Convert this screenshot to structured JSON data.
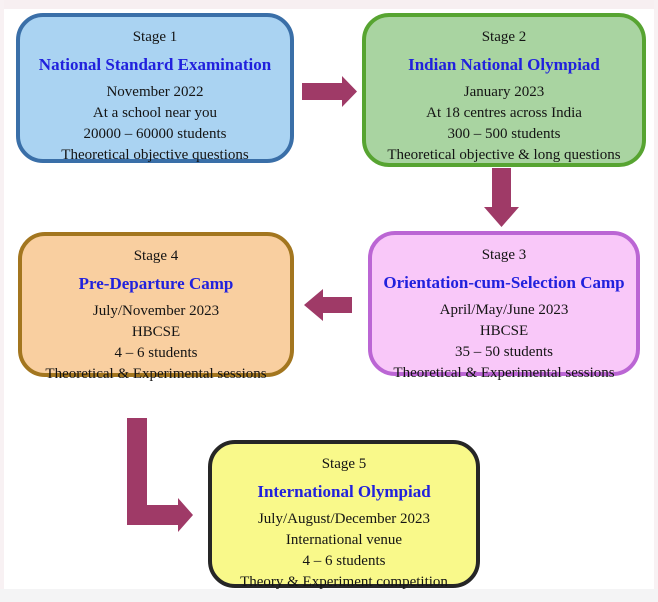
{
  "stages": [
    {
      "stage_label": "Stage 1",
      "title": "National Standard Examination",
      "details": [
        "November 2022",
        "At a school near you",
        "20000 – 60000 students",
        "Theoretical objective questions"
      ]
    },
    {
      "stage_label": "Stage 2",
      "title": "Indian National Olympiad",
      "details": [
        "January 2023",
        "At 18 centres across India",
        "300 – 500 students",
        "Theoretical objective & long questions"
      ]
    },
    {
      "stage_label": "Stage 3",
      "title": "Orientation-cum-Selection Camp",
      "details": [
        "April/May/June 2023",
        "HBCSE",
        "35 – 50 students",
        "Theoretical & Experimental sessions"
      ]
    },
    {
      "stage_label": "Stage 4",
      "title": "Pre-Departure Camp",
      "details": [
        "July/November 2023",
        "HBCSE",
        "4 – 6 students",
        "Theoretical & Experimental sessions"
      ]
    },
    {
      "stage_label": "Stage 5",
      "title": "International Olympiad",
      "details": [
        "July/August/December 2023",
        "International venue",
        "4 – 6 students",
        "Theory & Experiment competition"
      ]
    }
  ],
  "flow_arrows": [
    {
      "from": "Stage 1",
      "to": "Stage 2",
      "direction": "right"
    },
    {
      "from": "Stage 2",
      "to": "Stage 3",
      "direction": "down"
    },
    {
      "from": "Stage 3",
      "to": "Stage 4",
      "direction": "left"
    },
    {
      "from": "Stage 4",
      "to": "Stage 5",
      "direction": "down-then-right"
    }
  ],
  "colors": {
    "arrow": "#9f3a67",
    "heading": "#2121dd",
    "body_text": "#141414",
    "s1_fill": "#aad3f2",
    "s1_border": "#3a6fa8",
    "s2_fill": "#a9d4a1",
    "s2_border": "#57a431",
    "s3_fill": "#f9c8f9",
    "s3_border": "#bb66d4",
    "s4_fill": "#f9cfa0",
    "s4_border": "#a3761f",
    "s5_fill": "#f9f98a",
    "s5_border": "#262626",
    "frame_top": "#f7eff1",
    "frame_side": "#f8f1f3",
    "frame_bottom": "#f4f4f5"
  }
}
